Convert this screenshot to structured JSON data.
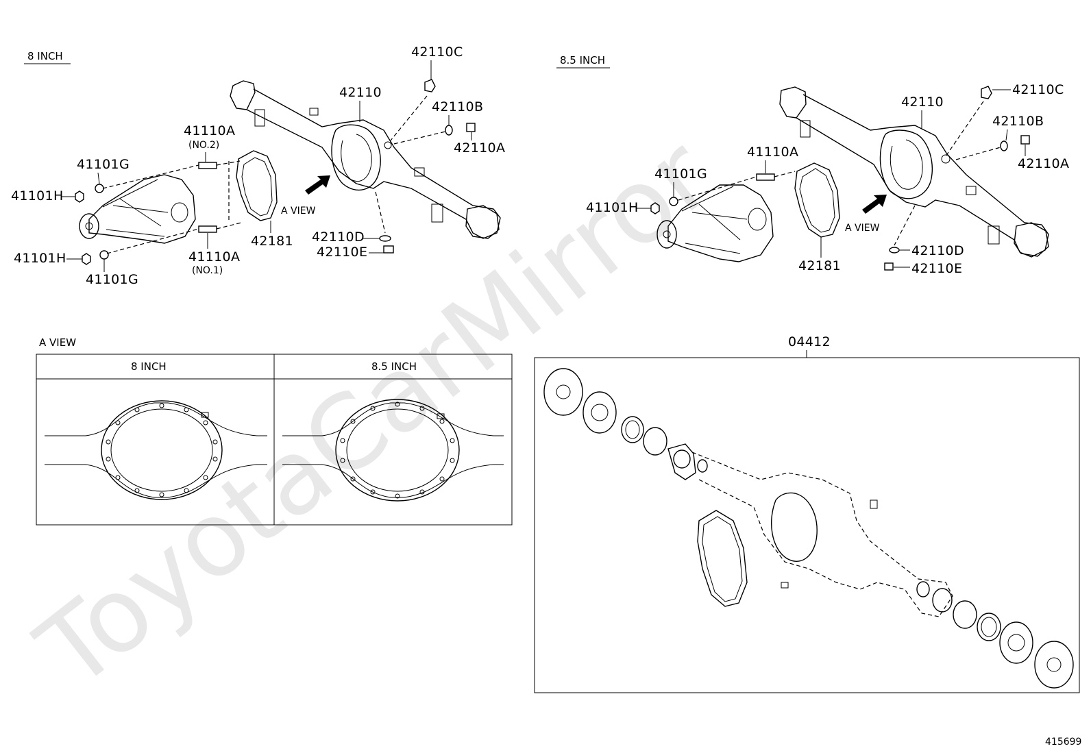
{
  "watermark": "ToyotaCarMirror",
  "diagram_id": "415699",
  "sections": {
    "left_title": "8 INCH",
    "right_title": "8.5 INCH",
    "a_view_title": "A VIEW",
    "a_view_col1": "8 INCH",
    "a_view_col2": "8.5 INCH",
    "kit_label": "04412"
  },
  "left_labels": {
    "c": "42110C",
    "main": "42110",
    "b": "42110B",
    "a": "42110A",
    "stud2": "41110A",
    "stud2_note": "(NO.2)",
    "washer_top": "41101G",
    "nut_top": "41101H",
    "nut_bottom": "41101H",
    "washer_bottom": "41101G",
    "stud1": "41110A",
    "stud1_note": "(NO.1)",
    "gasket": "42181",
    "a_view": "A VIEW",
    "d": "42110D",
    "e": "42110E"
  },
  "right_labels": {
    "c": "42110C",
    "main": "42110",
    "b": "42110B",
    "a": "42110A",
    "stud": "41110A",
    "washer": "41101G",
    "nut": "41101H",
    "gasket": "42181",
    "a_view": "A VIEW",
    "d": "42110D",
    "e": "42110E"
  }
}
